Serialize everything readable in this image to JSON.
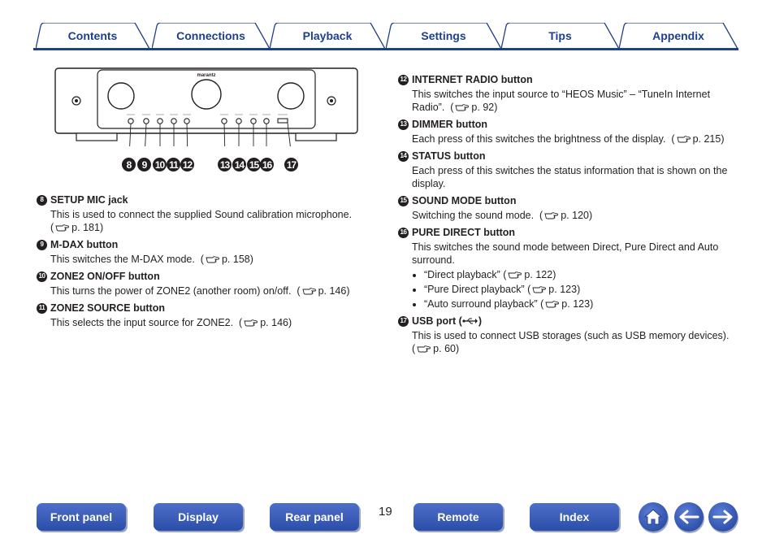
{
  "tabs": [
    "Contents",
    "Connections",
    "Playback",
    "Settings",
    "Tips",
    "Appendix"
  ],
  "device": {
    "brand": "marantz"
  },
  "callouts": [
    "8",
    "9",
    "10",
    "11",
    "12",
    "13",
    "14",
    "15",
    "16",
    "17"
  ],
  "left_items": [
    {
      "num": "8",
      "title": "SETUP MIC jack",
      "desc": "This is used to connect the supplied Sound calibration microphone.",
      "ref": "p. 181"
    },
    {
      "num": "9",
      "title": "M-DAX button",
      "desc": "This switches the M-DAX mode.",
      "ref": "p. 158"
    },
    {
      "num": "10",
      "title": "ZONE2 ON/OFF button",
      "desc": "This turns the power of ZONE2 (another room) on/off.",
      "ref": "p. 146"
    },
    {
      "num": "11",
      "title": "ZONE2 SOURCE button",
      "desc": "This selects the input source for ZONE2.",
      "ref": "p. 146"
    }
  ],
  "right_items": [
    {
      "num": "12",
      "title": "INTERNET RADIO button",
      "desc": "This switches the input source to “HEOS Music” – “TuneIn Internet Radio”.",
      "ref": "p. 92"
    },
    {
      "num": "13",
      "title": "DIMMER button",
      "desc": "Each press of this switches the brightness of the display.",
      "ref": "p. 215"
    },
    {
      "num": "14",
      "title": "STATUS button",
      "desc": "Each press of this switches the status information that is shown on the display.",
      "ref": ""
    },
    {
      "num": "15",
      "title": "SOUND MODE button",
      "desc": "Switching the sound mode.",
      "ref": "p. 120"
    },
    {
      "num": "16",
      "title": "PURE DIRECT button",
      "desc": "This switches the sound mode between Direct, Pure Direct and Auto surround.",
      "ref": ""
    },
    {
      "num": "17",
      "title": "USB port (",
      "title_tail": ")",
      "desc": "This is used to connect USB storages (such as USB memory devices).",
      "ref": "p. 60"
    }
  ],
  "pure_direct_bullets": [
    {
      "text": "“Direct playback” (",
      "ref": "p. 122",
      "tail": ")"
    },
    {
      "text": "“Pure Direct playback” (",
      "ref": "p. 123",
      "tail": ")"
    },
    {
      "text": "“Auto surround playback” (",
      "ref": "p. 123",
      "tail": ")"
    }
  ],
  "footer": {
    "buttons": [
      "Front panel",
      "Display",
      "Rear panel",
      "Remote",
      "Index"
    ],
    "page_number": "19"
  },
  "colors": {
    "tab_text": "#1d3f8e",
    "tab_line": "#1f3f86",
    "button": "#2a4ea9"
  }
}
